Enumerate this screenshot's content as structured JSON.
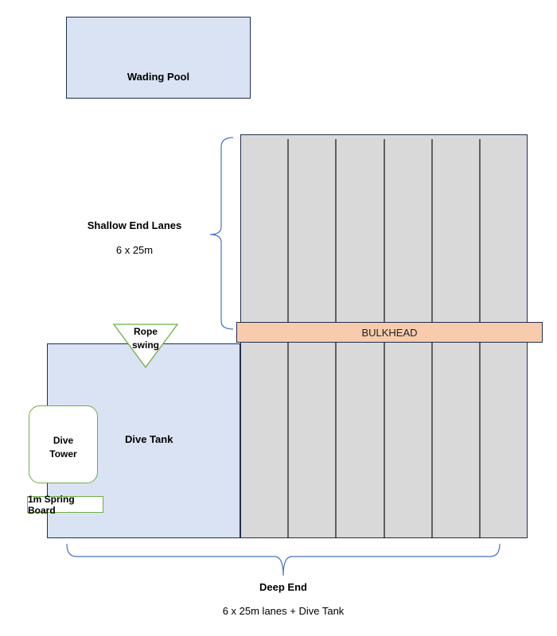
{
  "wading_pool": {
    "label": "Wading Pool"
  },
  "shallow_end": {
    "title": "Shallow End Lanes",
    "subtitle": "6 x 25m",
    "lane_count": 6
  },
  "bulkhead": {
    "label": "BULKHEAD"
  },
  "rope_swing": {
    "label_line1": "Rope",
    "label_line2": "swing"
  },
  "dive_tank": {
    "label": "Dive Tank"
  },
  "dive_tower": {
    "label_line1": "Dive",
    "label_line2": "Tower"
  },
  "spring_board": {
    "label": "1m Spring Board"
  },
  "deep_end": {
    "title": "Deep End",
    "subtitle": "6 x 25m lanes + Dive Tank",
    "lane_count": 6
  },
  "colors": {
    "pool_blue": "#dae3f3",
    "lane_gray": "#d9d9d9",
    "bulkhead_peach": "#f8cbad",
    "outline_navy": "#1f2d4d",
    "feature_green": "#70ad47",
    "brace_blue": "#4472c4"
  }
}
